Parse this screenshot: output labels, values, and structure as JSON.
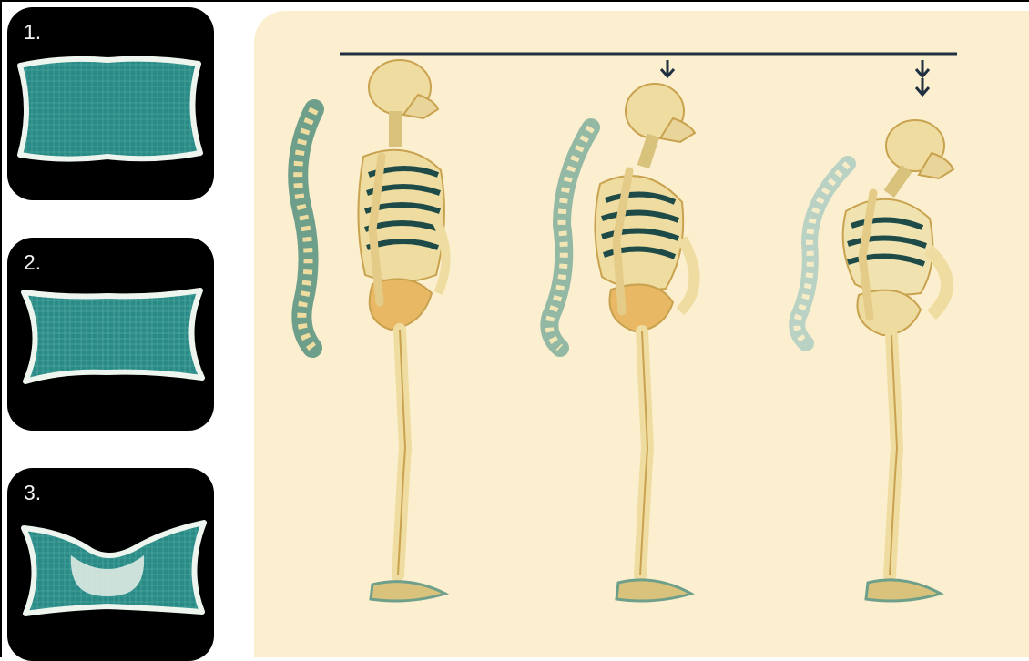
{
  "panels": [
    {
      "label": "1."
    },
    {
      "label": "2."
    },
    {
      "label": "3."
    }
  ],
  "colors": {
    "background": "#fcefcf",
    "bone": "#efdca0",
    "bone_dark": "#c9a24f",
    "spine": "#6e9f8a",
    "vertebra_fill": "#2a8a86",
    "panel_bg": "#000000",
    "ink": "#203040"
  },
  "figures": [
    {
      "name": "skeleton-1",
      "arrows": 0
    },
    {
      "name": "skeleton-2",
      "arrows": 1
    },
    {
      "name": "skeleton-3",
      "arrows": 2
    }
  ]
}
